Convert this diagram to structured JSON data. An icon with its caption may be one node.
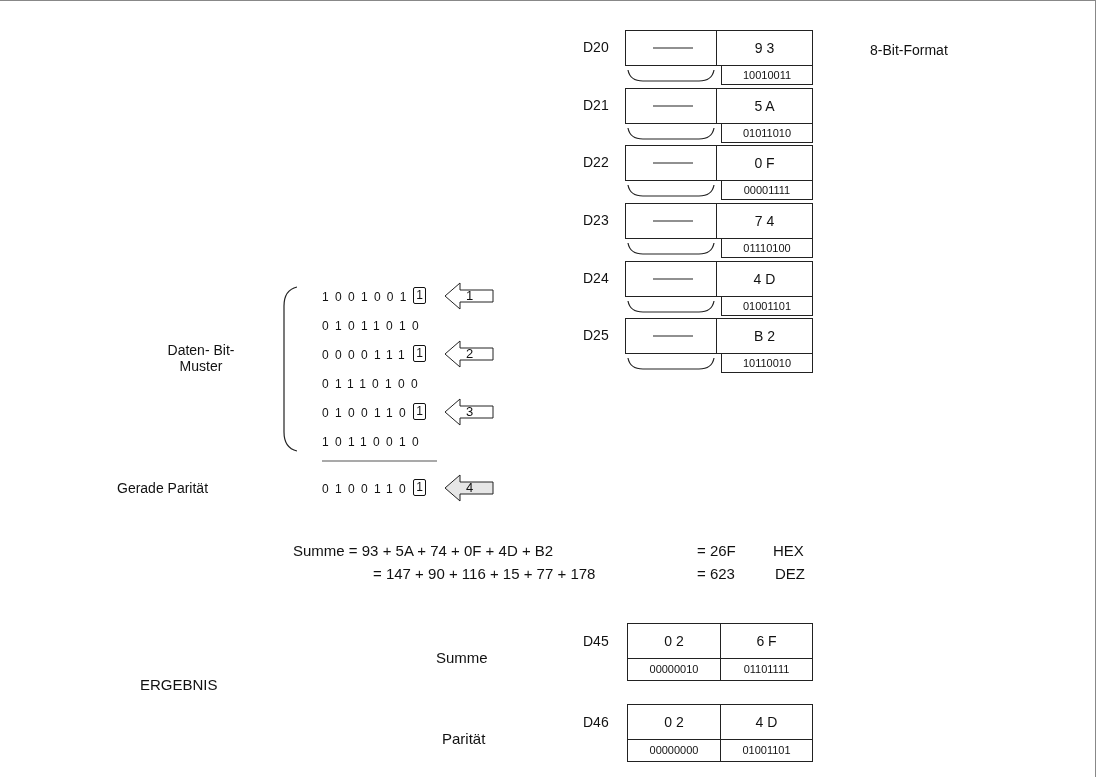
{
  "diagram": {
    "nodes": [
      {
        "text": [
          "1"
        ],
        "beside": [
          "1001001"
        ]
      },
      {
        "text": [
          "1"
        ]
      },
      {
        "text": [
          "1"
        ],
        "beside": [
          "0000111"
        ]
      },
      {
        "text": [
          "2"
        ]
      },
      {
        "text": [
          "1"
        ],
        "beside": [
          "0100110"
        ]
      },
      {
        "text": [
          "3"
        ]
      },
      {
        "text": [
          "1"
        ],
        "beside": [
          "0100110"
        ]
      },
      {
        "text": [
          "4"
        ]
      }
    ],
    "labels": [
      "D20",
      "9 3",
      "8-Bit-Format",
      "10010011",
      "D21",
      "5 A",
      "01011010",
      "D22",
      "0 F",
      "00001111",
      "D23",
      "7 4",
      "01110100",
      "D24",
      "4 D",
      "01001101",
      "D25",
      "B 2",
      "10110010",
      "Daten- Bit-Muster",
      "01011010",
      "01110100",
      "10110010",
      "Gerade Parität",
      "Summe = 93 + 5A + 74 + 0F + 4D + B2",
      "= 26F",
      "HEX",
      "= 147 + 90 + 116 + 15 + 77 + 178",
      "= 623",
      "DEZ",
      "Summe",
      "D45",
      "0 2",
      "6 F",
      "00000010",
      "01101111",
      "ERGEBNIS",
      "Parität",
      "D46",
      "0 2",
      "4 D",
      "00000000",
      "01001101"
    ]
  }
}
